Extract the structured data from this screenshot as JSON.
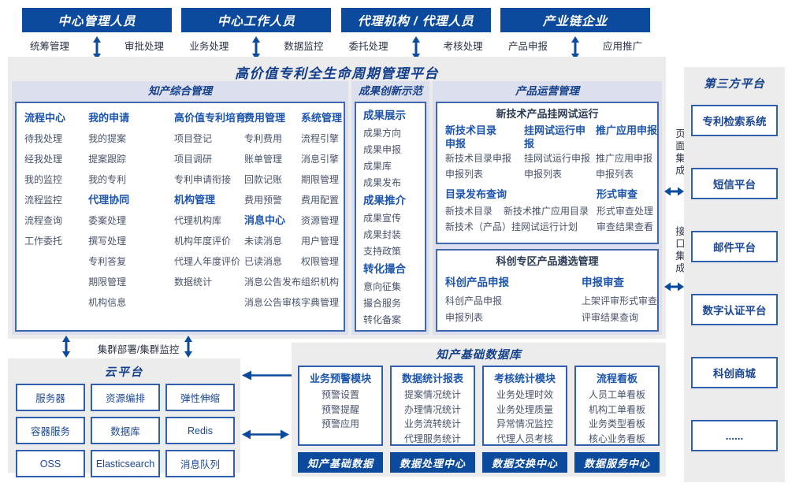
{
  "colors": {
    "primary_blue": "#0c4a9e",
    "heading_blue": "#1d55ae",
    "title_navy": "#15418c",
    "panel_grey": "#ececec",
    "section_lavender": "#dcdfee",
    "item_text": "#49536b"
  },
  "actors": [
    {
      "title": "中心管理人员",
      "left_label": "统筹管理",
      "right_label": "审批处理"
    },
    {
      "title": "中心工作人员",
      "left_label": "业务处理",
      "right_label": "数据监控"
    },
    {
      "title": "代理机构 / 代理人员",
      "left_label": "委托处理",
      "right_label": "考核处理"
    },
    {
      "title": "产业链企业",
      "left_label": "产品申报",
      "right_label": "应用推广"
    }
  ],
  "platform_title": "高价值专利全生命周期管理平台",
  "ip_management": {
    "title": "知产综合管理",
    "columns": [
      {
        "groups": [
          {
            "heading": "流程中心",
            "items": [
              "待我处理",
              "经我处理",
              "我的监控",
              "流程监控",
              "流程查询",
              "工作委托"
            ]
          }
        ]
      },
      {
        "groups": [
          {
            "heading": "我的申请",
            "items": [
              "我的提案",
              "提案跟踪",
              "我的专利"
            ]
          },
          {
            "heading": "代理协同",
            "items": [
              "委案处理",
              "撰写处理",
              "专利答复",
              "期限管理",
              "机构信息"
            ]
          }
        ]
      },
      {
        "groups": [
          {
            "heading": "高价值专利培育",
            "items": [
              "项目登记",
              "项目调研",
              "专利申请衔接"
            ]
          },
          {
            "heading": "机构管理",
            "items": [
              "代理机构库",
              "机构年度评价",
              "代理人年度评价",
              "数据统计"
            ]
          }
        ]
      },
      {
        "groups": [
          {
            "heading": "费用管理",
            "items": [
              "专利费用",
              "账单管理",
              "回款记账",
              "费用预警"
            ]
          },
          {
            "heading": "消息中心",
            "items": [
              "未读消息",
              "已读消息",
              "消息公告发布",
              "消息公告审核"
            ]
          }
        ]
      },
      {
        "groups": [
          {
            "heading": "系统管理",
            "items": [
              "流程引擎",
              "消息引擎",
              "期限管理",
              "费用配置",
              "资源管理",
              "用户管理",
              "权限管理",
              "组织机构",
              "字典管理"
            ]
          }
        ]
      }
    ]
  },
  "achievement": {
    "title": "成果创新示范",
    "groups": [
      {
        "heading": "成果展示",
        "items": [
          "成果方向",
          "成果申报",
          "成果库",
          "成果发布"
        ]
      },
      {
        "heading": "成果推介",
        "items": [
          "成果宣传",
          "成果封装",
          "支持政策"
        ]
      },
      {
        "heading": "转化撮合",
        "items": [
          "意向征集",
          "撮合服务",
          "转化备案"
        ]
      }
    ]
  },
  "product_ops": {
    "title": "产品运营管理",
    "box1": {
      "title": "新技术产品挂网试运行",
      "columns": [
        {
          "heading": "新技术目录申报",
          "items": [
            "新技术目录申报",
            "申报列表"
          ]
        },
        {
          "heading": "挂网试运行申报",
          "items": [
            "挂网试运行申报",
            "申报列表"
          ]
        },
        {
          "heading": "推广应用申报",
          "items": [
            "推广应用申报",
            "申报列表"
          ]
        }
      ],
      "catalog": {
        "heading": "目录发布查询",
        "row1": [
          "新技术目录",
          "新技术推广应用目录"
        ],
        "row2": "新技术（产品）挂网试运行计划"
      },
      "review": {
        "heading": "形式审查",
        "items": [
          "形式审查处理",
          "审查结果查看"
        ]
      }
    },
    "box2": {
      "title": "科创专区产品遴选管理",
      "columns": [
        {
          "heading": "科创产品申报",
          "items": [
            "科创产品申报",
            "申报列表"
          ]
        },
        {
          "heading": "申报审查",
          "items": [
            "上架评审形式审查",
            "评审结果查询"
          ]
        }
      ]
    }
  },
  "integration": {
    "page_label": "页面集成",
    "interface_label": "接口集成"
  },
  "third_party": {
    "title": "第三方平台",
    "items": [
      "专利检索系统",
      "短信平台",
      "邮件平台",
      "数字认证平台",
      "科创商城",
      "......"
    ]
  },
  "cluster_label": "集群部署/集群监控",
  "cloud": {
    "title": "云平台",
    "items": [
      "服务器",
      "资源编排",
      "弹性伸缩",
      "容器服务",
      "数据库",
      "Redis",
      "OSS",
      "Elasticsearch",
      "消息队列"
    ]
  },
  "database": {
    "title": "知产基础数据库",
    "modules": [
      {
        "heading": "业务预警模块",
        "items": [
          "预警设置",
          "预警提醒",
          "预警应用"
        ]
      },
      {
        "heading": "数据统计报表",
        "items": [
          "提案情况统计",
          "办理情况统计",
          "业务流转统计",
          "代理服务统计"
        ]
      },
      {
        "heading": "考核统计模块",
        "items": [
          "业务处理时效",
          "业务处理质量",
          "异常情况监控",
          "代理人员考核"
        ]
      },
      {
        "heading": "流程看板",
        "items": [
          "人员工单看板",
          "机构工单看板",
          "业务类型看板",
          "核心业务看板"
        ]
      }
    ],
    "centers": [
      "知产基础数据",
      "数据处理中心",
      "数据交换中心",
      "数据服务中心"
    ]
  }
}
